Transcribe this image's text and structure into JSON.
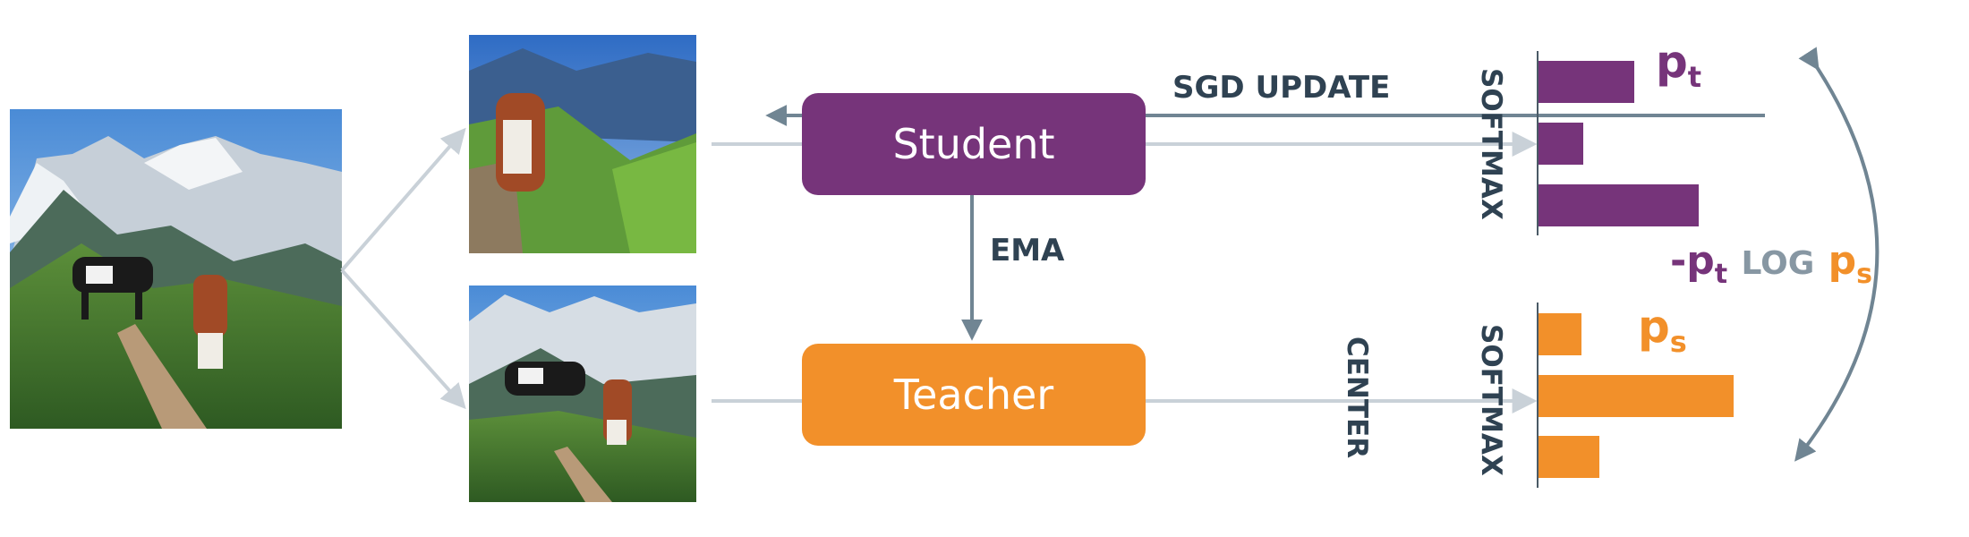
{
  "student": {
    "label": "Student"
  },
  "teacher": {
    "label": "Teacher"
  },
  "labels": {
    "sgd_update": "SGD UPDATE",
    "ema": "EMA",
    "softmax_top": "SOFTMAX",
    "softmax_bottom": "SOFTMAX",
    "center": "CENTER"
  },
  "probs": {
    "pt_base": "p",
    "pt_sub": "t",
    "ps_base": "p",
    "ps_sub": "s"
  },
  "loss": {
    "minus_p": "-p",
    "t_sub": "t",
    "log": "LOG",
    "p": "p",
    "s_sub": "s"
  },
  "images": {
    "original": "cows-on-mountain-trail-photo",
    "crop_top": "crop-view-1",
    "crop_bottom": "crop-view-2"
  },
  "colors": {
    "student": "#76347a",
    "teacher": "#f2902a",
    "arrow_light": "#c9d1d8",
    "arrow_dark": "#708593",
    "text_dark": "#2f4252",
    "text_gray": "#8797a3"
  },
  "chart_data": [
    {
      "type": "bar",
      "orientation": "horizontal",
      "series": [
        {
          "name": "p_t",
          "values": [
            0.49,
            0.23,
            0.82
          ]
        }
      ],
      "xlim": [
        0,
        1
      ]
    },
    {
      "type": "bar",
      "orientation": "horizontal",
      "series": [
        {
          "name": "p_s",
          "values": [
            0.22,
            1.0,
            0.31
          ]
        }
      ],
      "xlim": [
        0,
        1
      ]
    }
  ]
}
